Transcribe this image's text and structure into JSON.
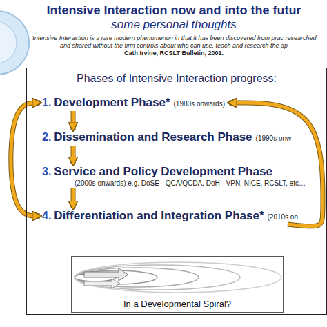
{
  "diagram": {
    "title": "Intensive Interaction now and into the futur",
    "nodes": [
      {
        "text": [
          "Phases of Intensive Interaction progress:"
        ]
      },
      {
        "text": [
          "1.",
          "Development Phase*",
          "(1980s onwards)"
        ],
        "in": 0
      },
      {
        "text": [
          "2.",
          "Dissemination and Research Phase",
          "(1990s onw"
        ],
        "in": 0
      },
      {
        "text": [
          "3.",
          "Service and Policy Development Phase",
          "(2000s onwards) e.g. DoSE - QCA/QCDA, DoH - VPN, NICE, RCSLT, etc…"
        ],
        "in": 0
      },
      {
        "text": [
          "4.",
          "Differentiation and Integration Phase*",
          "(2010s on"
        ],
        "in": 0
      },
      {
        "text": [
          "In a Developmental Spiral?"
        ],
        "in": 0
      }
    ],
    "edges": [
      {
        "from": 1,
        "to": 2,
        "arrow": "to"
      },
      {
        "from": 2,
        "to": 3,
        "arrow": "to"
      },
      {
        "from": 3,
        "to": 4,
        "arrow": "to"
      },
      {
        "from": 4,
        "to": 1,
        "arrow": "to"
      },
      {
        "from": 4,
        "to": 1,
        "arrow": "both"
      }
    ],
    "labels": [
      "some personal thoughts",
      "'Intensive Interaction is a rare modern phenomenon in that it has been discovered from prac researched and shared without the firm controls about who can use, teach and research the ap",
      "Cath Irvine, RCSLT Bulletin, 2001."
    ]
  }
}
